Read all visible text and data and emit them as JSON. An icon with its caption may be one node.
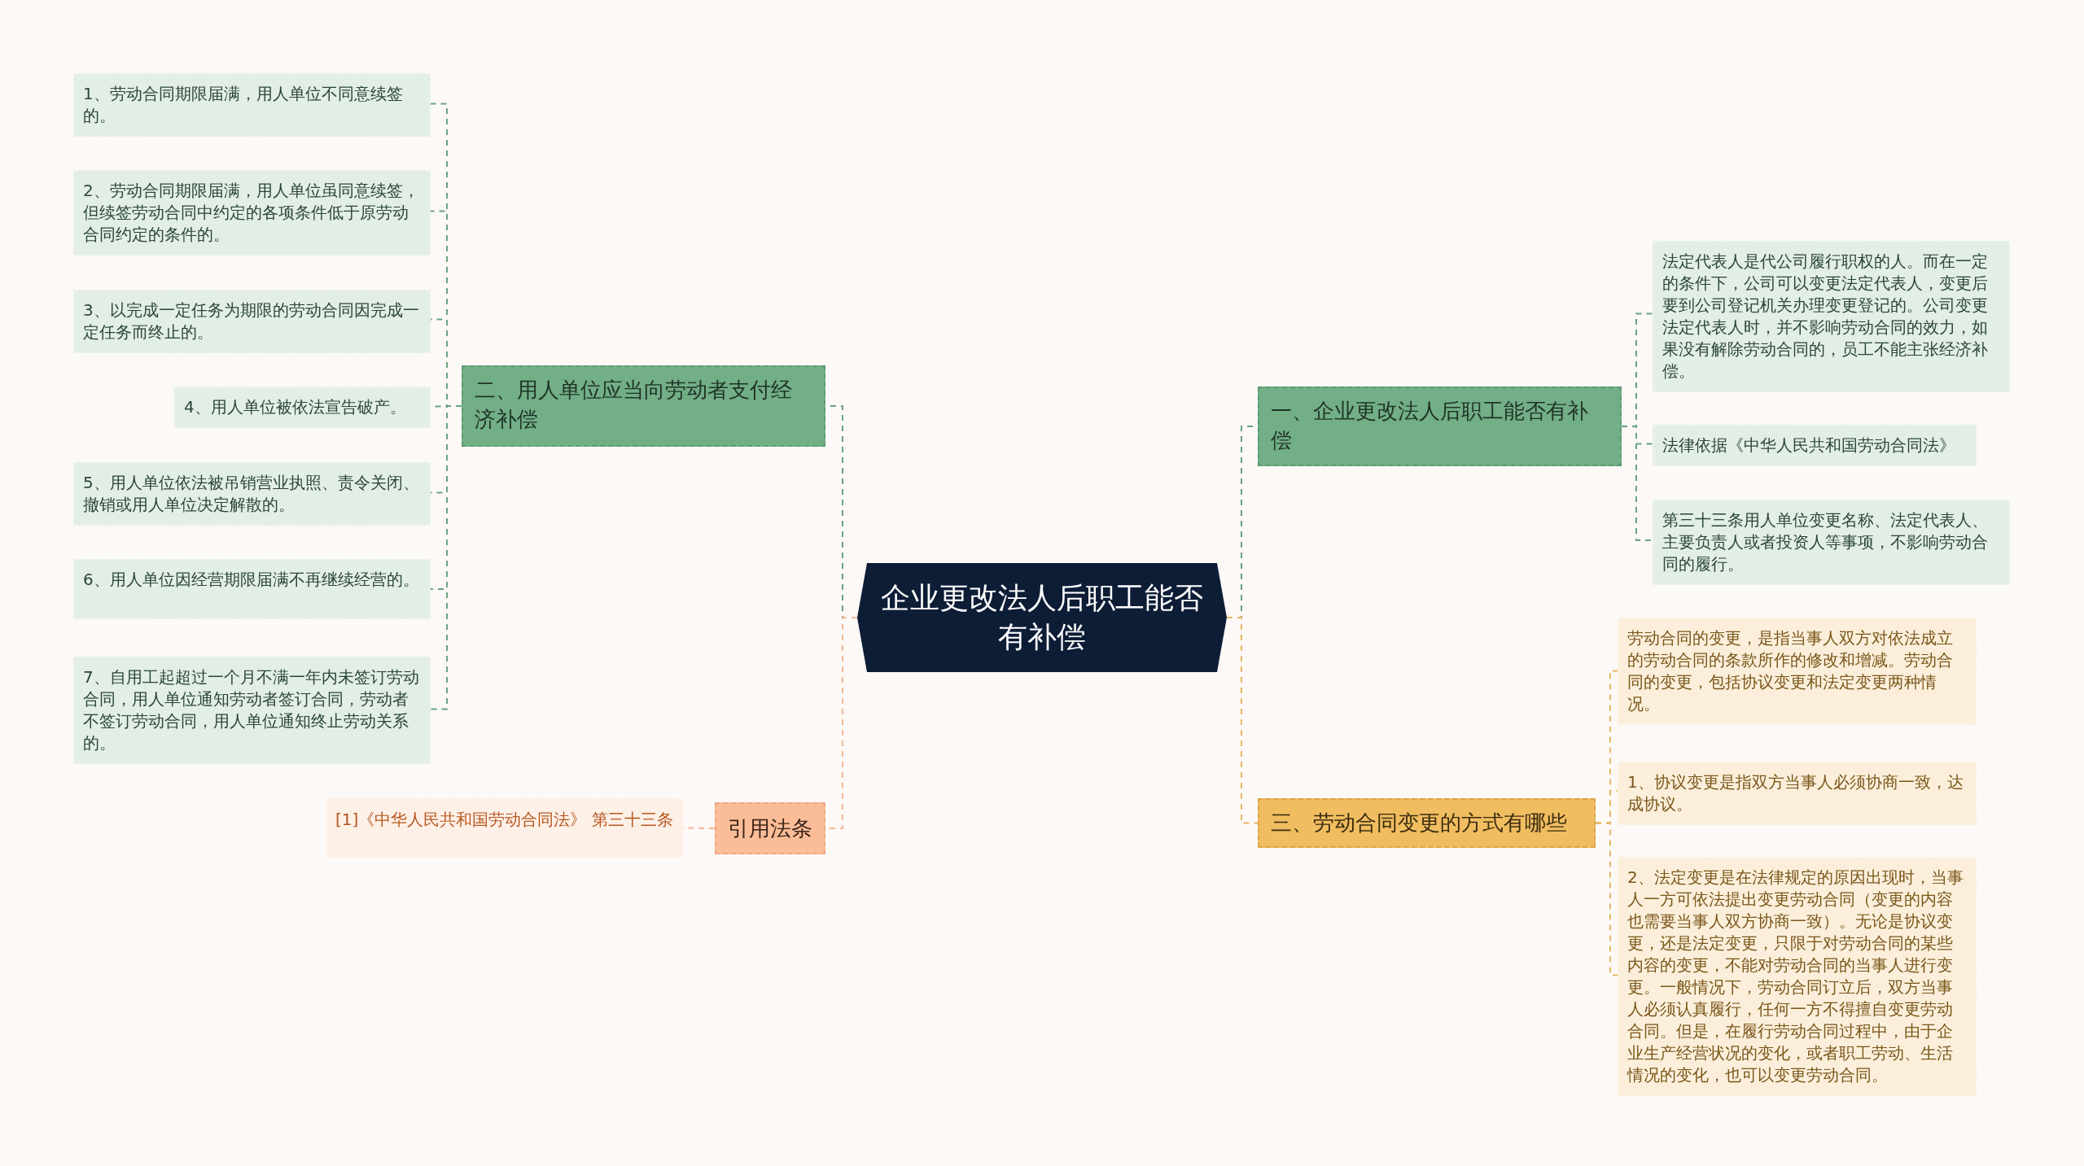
{
  "diagram": {
    "nodes": [
      {
        "text": [
          "企业更改法人后职工能否有补偿"
        ]
      },
      {
        "text": [
          "一、企业更改法人后职工能否有补偿"
        ]
      },
      {
        "text": [
          "法定代表人是代公司履行职权的人。而在一定的条件下，公司可以变更法定代表人，变更后要到公司登记机关办理变更登记的。公司变更法定代表人时，并不影响劳动合同的效力，如果没有解除劳动合同的，员工不能主张经济补偿。"
        ]
      },
      {
        "text": [
          "法律依据《中华人民共和国劳动合同法》"
        ]
      },
      {
        "text": [
          "第三十三条用人单位变更名称、法定代表人、主要负责人或者投资人等事项，不影响劳动合同的履行。"
        ]
      },
      {
        "text": [
          "三、劳动合同变更的方式有哪些"
        ]
      },
      {
        "text": [
          "劳动合同的变更，是指当事人双方对依法成立的劳动合同的条款所作的修改和增减。劳动合同的变更，包括协议变更和法定变更两种情况。"
        ]
      },
      {
        "text": [
          "1、协议变更是指双方当事人必须协商一致，达成协议。"
        ]
      },
      {
        "text": [
          "2、法定变更是在法律规定的原因出现时，当事人一方可依法提出变更劳动合同（变更的内容也需要当事人双方协商一致）。无论是协议变更，还是法定变更，只限于对劳动合同的某些内容的变更，不能对劳动合同的当事人进行变更。一般情况下，劳动合同订立后，双方当事人必须认真履行，任何一方不得擅自变更劳动合同。但是，在履行劳动合同过程中，由于企业生产经营状况的变化，或者职工劳动、生活情况的变化，也可以变更劳动合同。"
        ]
      },
      {
        "text": [
          "二、用人单位应当向劳动者支付经济补偿"
        ]
      },
      {
        "text": [
          "1、劳动合同期限届满，用人单位不同意续签的。"
        ]
      },
      {
        "text": [
          "2、劳动合同期限届满，用人单位虽同意续签，但续签劳动合同中约定的各项条件低于原劳动合同约定的条件的。"
        ]
      },
      {
        "text": [
          "3、以完成一定任务为期限的劳动合同因完成一定任务而终止的。"
        ]
      },
      {
        "text": [
          "4、用人单位被依法宣告破产。"
        ]
      },
      {
        "text": [
          "5、用人单位依法被吊销营业执照、责令关闭、撤销或用人单位决定解散的。"
        ]
      },
      {
        "text": [
          "6、用人单位因经营期限届满不再继续经营的。"
        ]
      },
      {
        "text": [
          "7、自用工起超过一个月不满一年内未签订劳动合同，用人单位通知劳动者签订合同，劳动者不签订劳动合同，用人单位通知终止劳动关系的。"
        ]
      },
      {
        "text": [
          "引用法条"
        ]
      },
      {
        "text": [
          "[1]《中华人民共和国劳动合同法》 第三十三条"
        ]
      }
    ],
    "edges": [
      {
        "from": 0,
        "to": 1,
        "arrow": "none",
        "style": "dashed"
      },
      {
        "from": 1,
        "to": 2,
        "arrow": "none",
        "style": "dashed"
      },
      {
        "from": 1,
        "to": 3,
        "arrow": "none",
        "style": "dashed"
      },
      {
        "from": 1,
        "to": 4,
        "arrow": "none",
        "style": "dashed"
      },
      {
        "from": 0,
        "to": 5,
        "arrow": "none",
        "style": "dashed",
        "color": "#e5b865"
      },
      {
        "from": 5,
        "to": 6,
        "arrow": "none",
        "style": "dashed",
        "color": "#e5b865"
      },
      {
        "from": 5,
        "to": 7,
        "arrow": "none",
        "style": "dashed",
        "color": "#e5b865"
      },
      {
        "from": 5,
        "to": 8,
        "arrow": "none",
        "style": "dashed",
        "color": "#e5b865"
      },
      {
        "from": 0,
        "to": 9,
        "arrow": "none",
        "style": "dashed"
      },
      {
        "from": 9,
        "to": 10,
        "arrow": "none",
        "style": "dashed"
      },
      {
        "from": 9,
        "to": 11,
        "arrow": "none",
        "style": "dashed"
      },
      {
        "from": 9,
        "to": 12,
        "arrow": "none",
        "style": "dashed"
      },
      {
        "from": 9,
        "to": 13,
        "arrow": "none",
        "style": "dashed"
      },
      {
        "from": 9,
        "to": 14,
        "arrow": "none",
        "style": "dashed"
      },
      {
        "from": 9,
        "to": 15,
        "arrow": "none",
        "style": "dashed"
      },
      {
        "from": 9,
        "to": 16,
        "arrow": "none",
        "style": "dashed"
      },
      {
        "from": 0,
        "to": 17,
        "arrow": "none",
        "style": "dashed",
        "color": "#f2b896"
      },
      {
        "from": 17,
        "to": 18,
        "arrow": "none",
        "style": "dashed",
        "color": "#f2b896"
      }
    ]
  }
}
